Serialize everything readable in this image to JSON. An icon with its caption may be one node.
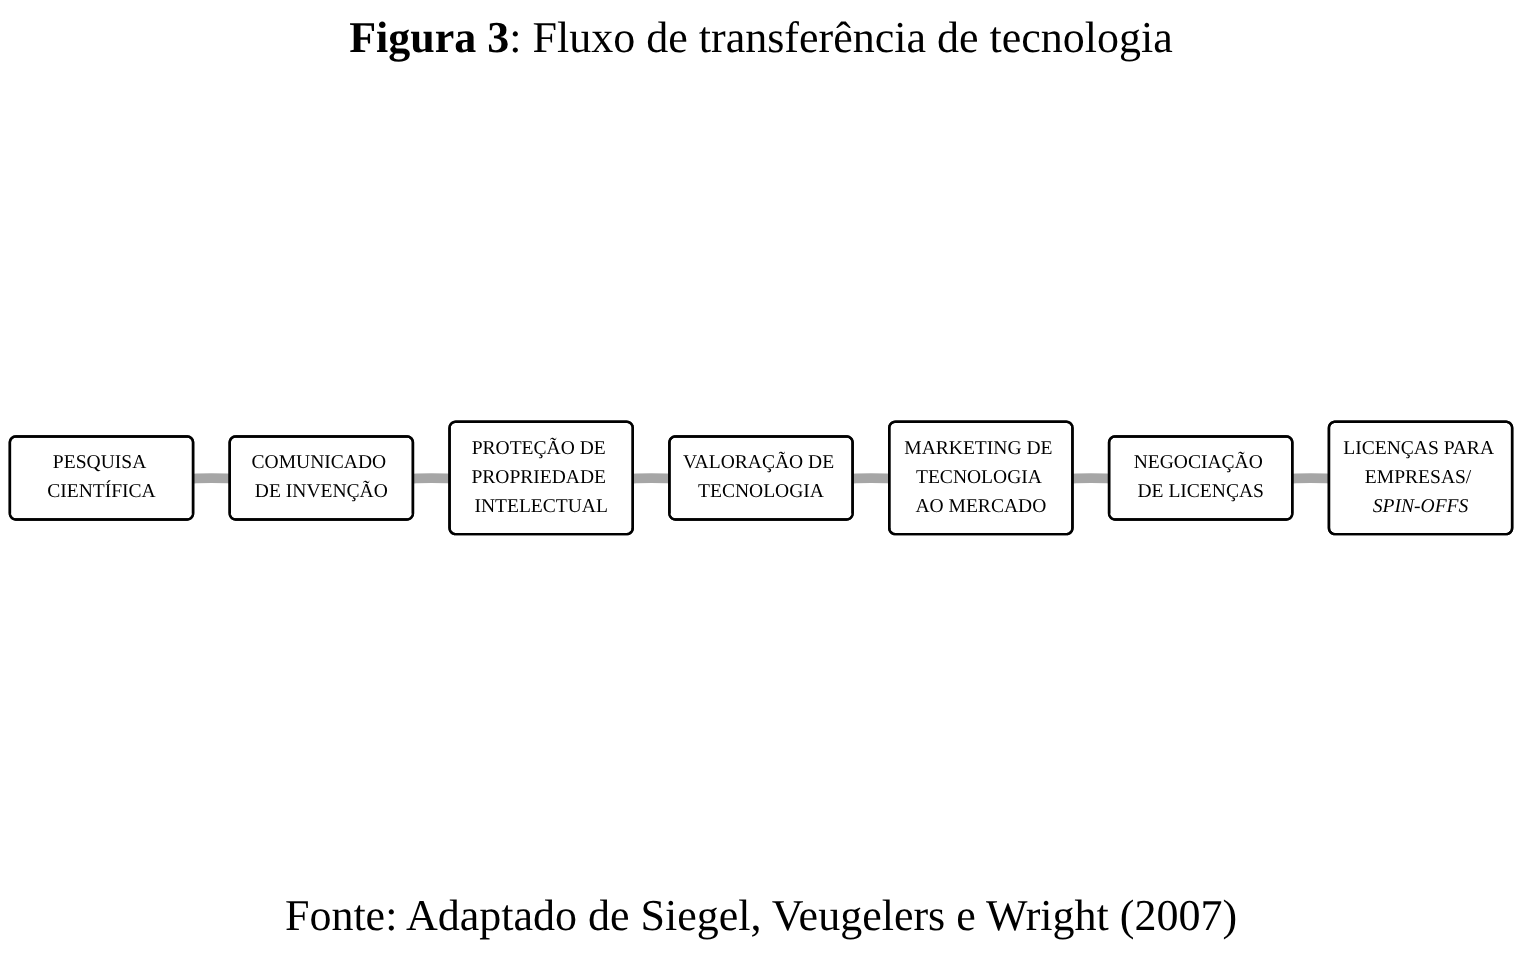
{
  "diagram": {
    "title": "**Figura 3**: Fluxo de transferência de tecnologia",
    "caption": "Fonte: Adaptado de Siegel, Veugelers e Wright (2007)",
    "nodes": [
      {
        "text": [
          "PESQUISA CIENTÍFICA"
        ]
      },
      {
        "text": [
          "COMUNICADO DE INVENÇÃO"
        ]
      },
      {
        "text": [
          "PROTEÇÃO DE PROPRIEDADE INTELECTUAL"
        ]
      },
      {
        "text": [
          "VALORAÇÃO DE TECNOLOGIA"
        ]
      },
      {
        "text": [
          "MARKETING DE TECNOLOGIA AO MERCADO"
        ]
      },
      {
        "text": [
          "NEGOCIAÇÃO DE LICENÇAS"
        ]
      },
      {
        "text": [
          "LICENÇAS PARA EMPRESAS/ *SPIN-OFFS*"
        ]
      }
    ],
    "edges": [
      {
        "from": 0,
        "to": 1,
        "arrow": "none"
      },
      {
        "from": 1,
        "to": 2,
        "arrow": "none"
      },
      {
        "from": 2,
        "to": 3,
        "arrow": "none"
      },
      {
        "from": 3,
        "to": 4,
        "arrow": "none"
      },
      {
        "from": 4,
        "to": 5,
        "arrow": "none"
      },
      {
        "from": 5,
        "to": 6,
        "arrow": "none"
      }
    ]
  }
}
